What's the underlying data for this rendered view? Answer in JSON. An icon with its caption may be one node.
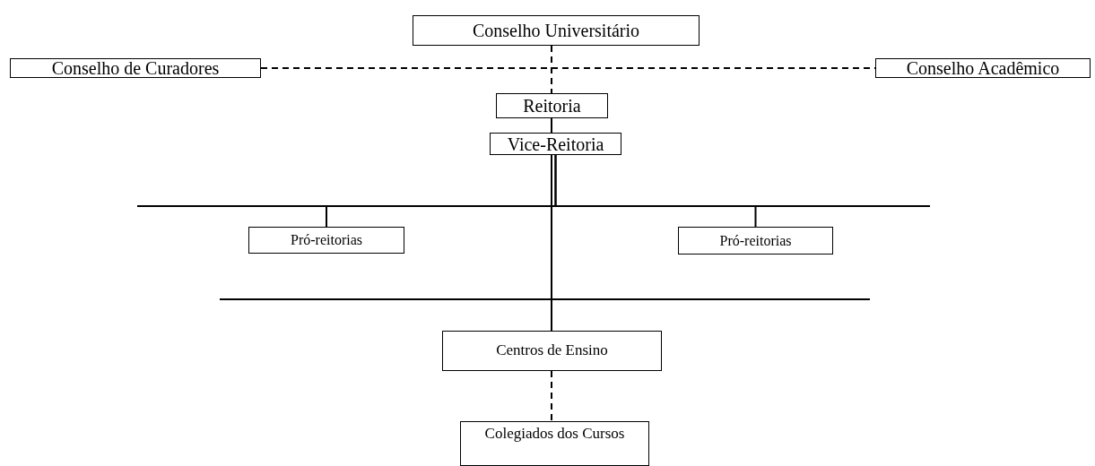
{
  "diagram": {
    "nodes": [
      {
        "text": [
          "Conselho Universitário"
        ]
      },
      {
        "text": [
          "Conselho de Curadores"
        ]
      },
      {
        "text": [
          "Conselho Acadêmico"
        ]
      },
      {
        "text": [
          "Reitoria"
        ]
      },
      {
        "text": [
          "Vice-Reitoria"
        ]
      },
      {
        "text": [
          "Pró-reitorias"
        ]
      },
      {
        "text": [
          "Pró-reitorias"
        ]
      },
      {
        "text": [
          "Centros de Ensino"
        ]
      },
      {
        "text": [
          "Colegiados dos Cursos"
        ]
      }
    ],
    "edges": [
      {
        "from": 0,
        "to": 3,
        "arrow": "none",
        "style": "dashed"
      },
      {
        "from": 1,
        "to": 2,
        "arrow": "none",
        "style": "dashed"
      },
      {
        "from": 3,
        "to": 4,
        "arrow": "none"
      },
      {
        "from": 4,
        "to": 5,
        "arrow": "none"
      },
      {
        "from": 4,
        "to": 6,
        "arrow": "none"
      },
      {
        "from": 4,
        "to": 7,
        "arrow": "none"
      },
      {
        "from": 7,
        "to": 8,
        "arrow": "none",
        "style": "dashed"
      }
    ]
  }
}
